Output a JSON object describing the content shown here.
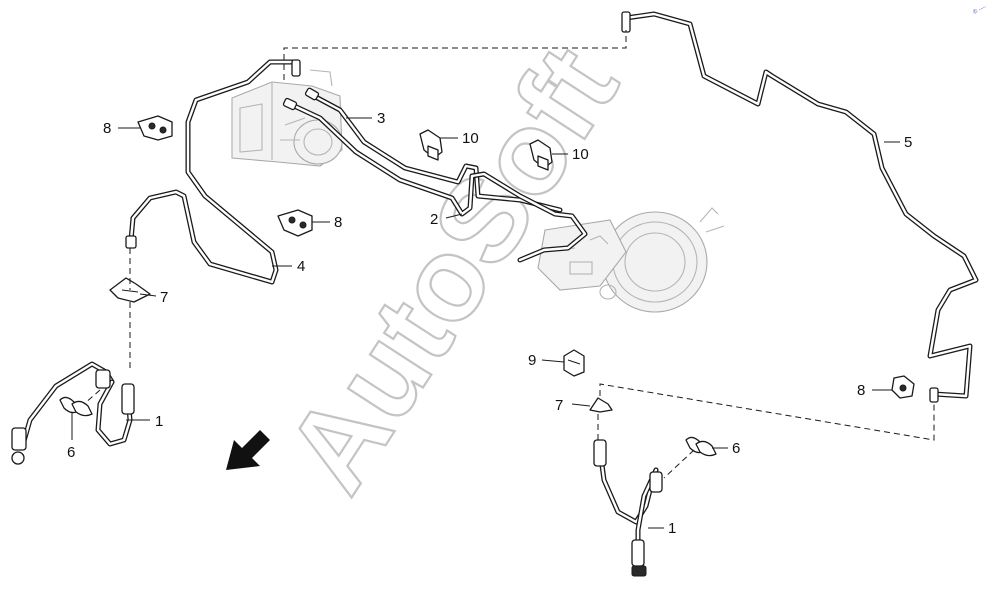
{
  "callouts": {
    "c1a": "1",
    "c1b": "1",
    "c2": "2",
    "c3": "3",
    "c4": "4",
    "c5": "5",
    "c6a": "6",
    "c6b": "6",
    "c7a": "7",
    "c7b": "7",
    "c8a": "8",
    "c8b": "8",
    "c8c": "8",
    "c9": "9",
    "c10a": "10",
    "c10b": "10"
  },
  "watermark": "AutoSoft",
  "corner_mark": "© ----",
  "icons": {
    "direction_arrow": "arrow-down-left-icon"
  },
  "colors": {
    "line": "#1a1a1a",
    "ghost": "#b5b5b5",
    "watermark": "#c4c4c4",
    "corner_mark": "#3355cc"
  }
}
